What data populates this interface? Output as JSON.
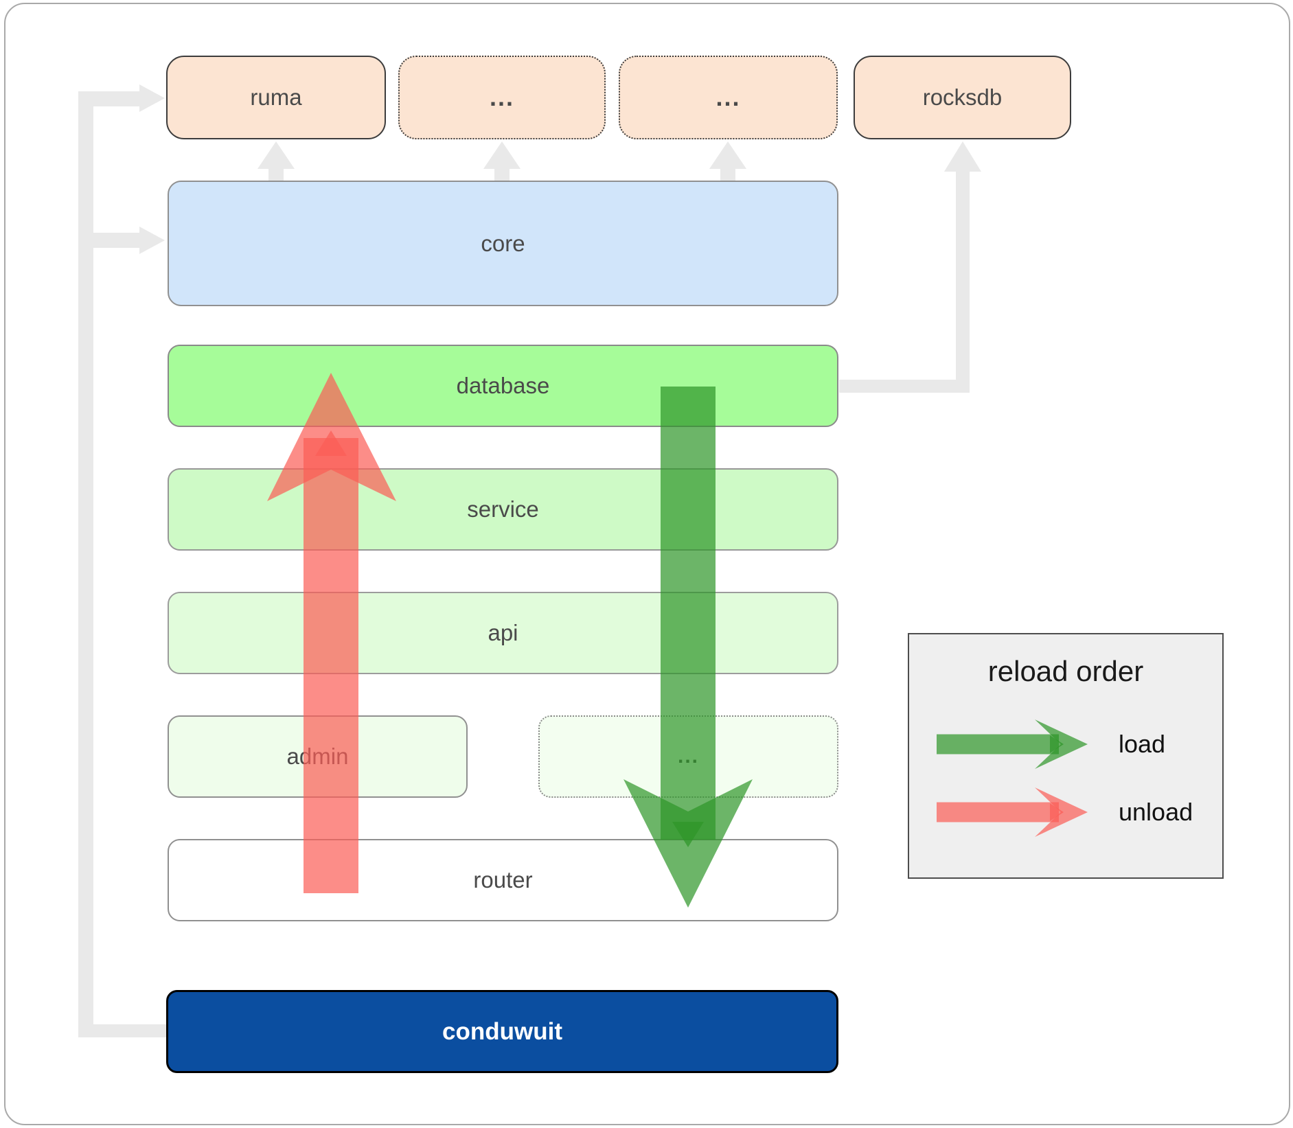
{
  "boxes": {
    "ruma": "ruma",
    "ellipsis_1": "...",
    "ellipsis_2": "...",
    "rocksdb": "rocksdb",
    "core": "core",
    "database": "database",
    "service": "service",
    "api": "api",
    "admin": "admin",
    "ellipsis_3": "...",
    "router": "router",
    "conduwuit": "conduwuit"
  },
  "legend": {
    "title": "reload order",
    "load_label": "load",
    "unload_label": "unload"
  },
  "colors": {
    "peach": "#FCE4D2",
    "core_blue": "#D1E5FA",
    "database_green": "#A6FC99",
    "service_green": "#CEFAC6",
    "api_green": "#E1FCDB",
    "admin_green": "#EFFDEB",
    "ellipsis_green": "#F3FEF0",
    "router_white": "#FFFFFF",
    "conduwuit_blue": "#0B4EA0",
    "legend_bg": "#EFEFEF",
    "label_gray": "#4A4A4A",
    "connector_gray": "#E9E9E9",
    "load_green": "#2D9628",
    "unload_red": "#FB5C56"
  }
}
